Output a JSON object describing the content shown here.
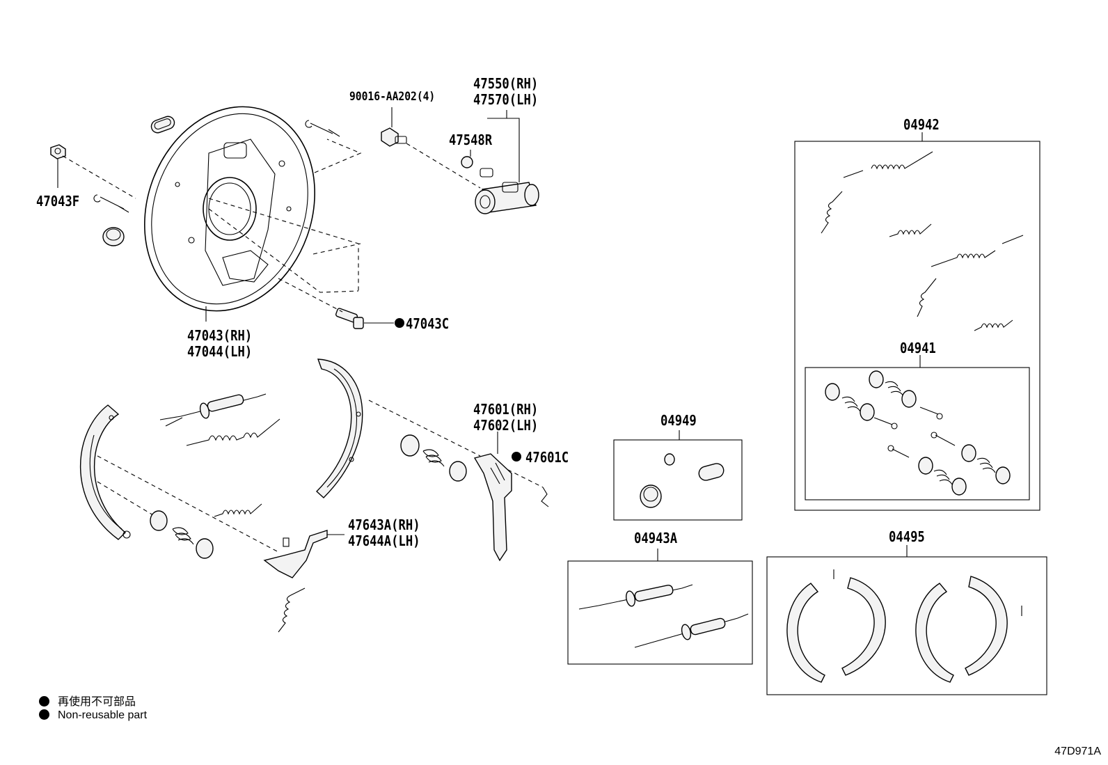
{
  "labels": {
    "p90016": "90016-AA202(4)",
    "p47550": "47550(RH)",
    "p47570": "47570(LH)",
    "p47548": "47548R",
    "p04942": "04942",
    "p47043f": "47043F",
    "p47043c": "47043C",
    "p47043": "47043(RH)",
    "p47044": "47044(LH)",
    "p04941": "04941",
    "p47601": "47601(RH)",
    "p47602": "47602(LH)",
    "p47601c": "47601C",
    "p04949": "04949",
    "p47643": "47643A(RH)",
    "p47644": "47644A(LH)",
    "p04943a": "04943A",
    "p04495": "04495"
  },
  "legend": {
    "jp": "再使用不可部品",
    "en": "Non-reusable part"
  },
  "figure_code": "47D971A"
}
